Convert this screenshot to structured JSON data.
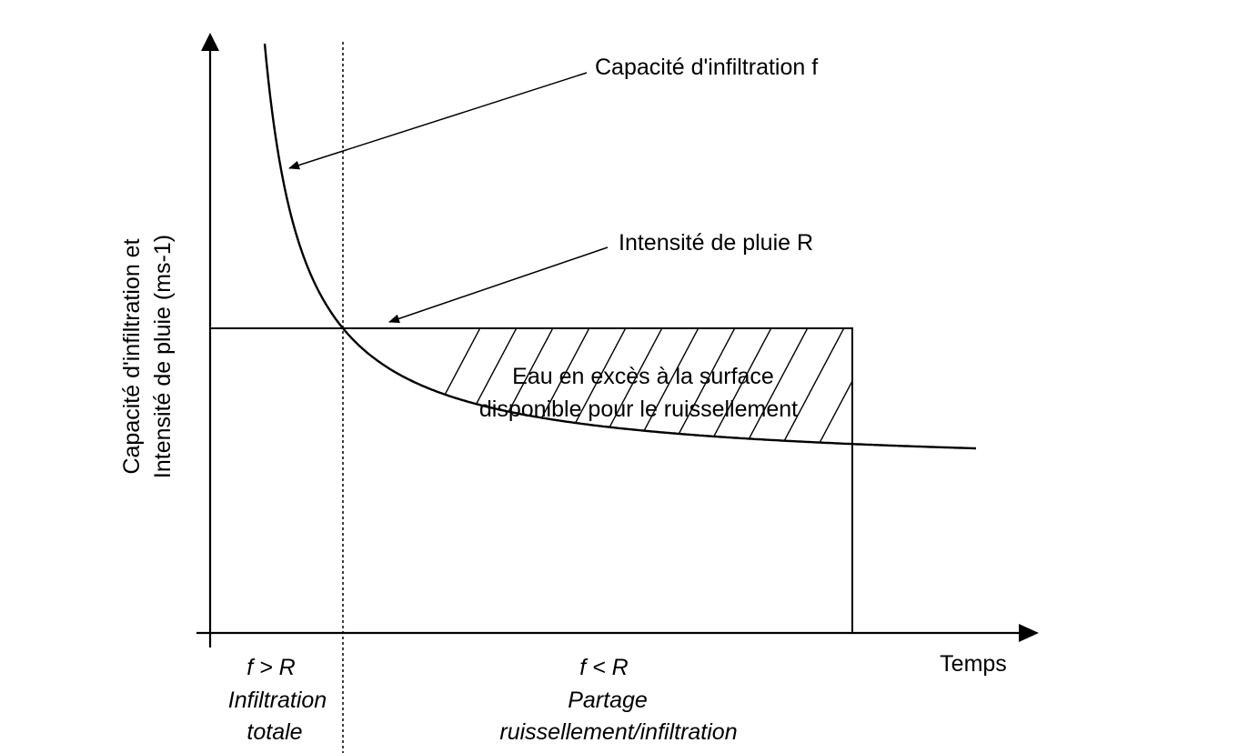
{
  "labels": {
    "y_axis_line1": "Capacité d'infiltration et",
    "y_axis_line2": "Intensité de pluie (ms-1)",
    "x_axis": "Temps",
    "curve_f": "Capacité d'infiltration f",
    "rain_R": "Intensité de pluie R",
    "excess_line1": "Eau en excès à la surface",
    "excess_line2": "disponible pour le ruissellement"
  },
  "zones": {
    "left": {
      "condition": "f > R",
      "line1": "Infiltration",
      "line2": "totale"
    },
    "right": {
      "condition": "f < R",
      "line1": "Partage",
      "line2": "ruissellement/infiltration"
    }
  },
  "colors": {
    "ink": "#000000",
    "background": "#ffffff"
  }
}
